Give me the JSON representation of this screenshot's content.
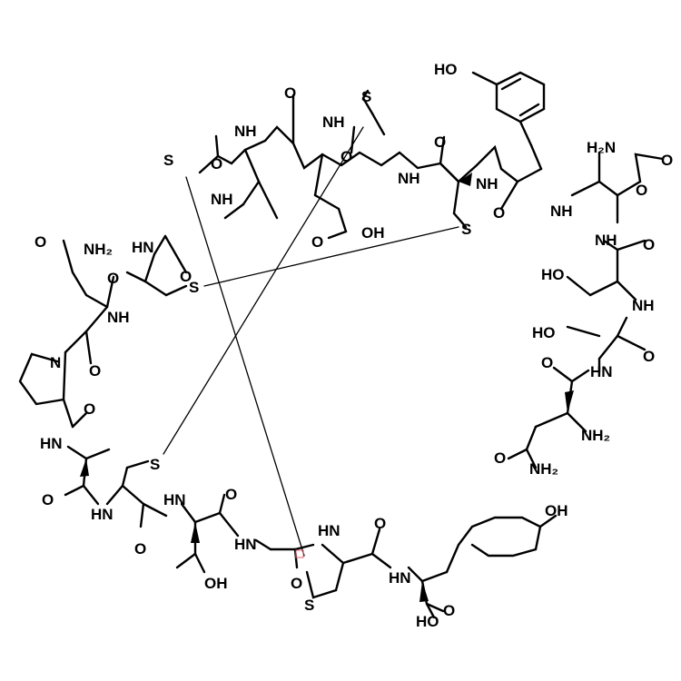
{
  "labels": {
    "ho_tyr_top": "HO",
    "s_top_right": "S",
    "nh_top_a": "NH",
    "nh_top_b": "NH",
    "o_top_a": "O",
    "o_top_b": "O",
    "h2n_asn_right": "H₂N",
    "o_asn_right": "O",
    "s_top_left": "S",
    "nh_left_a": "NH",
    "o_left_a": "O",
    "nh_leu": "NH",
    "o_cooh_glu": "O",
    "oh_cooh_glu": "OH",
    "s_mid": "S",
    "nh2_asn_left": "NH₂",
    "o_asn_left": "O",
    "hn_mid_left": "HN",
    "o_mid_left": "O",
    "s_left_mid": "S",
    "n_pro": "N",
    "o_pro": "O",
    "o_ala": "O",
    "hn_ala": "HN",
    "s_low_left": "S",
    "o_cys_low": "O",
    "hn_cys_low": "HN",
    "hn_thr": "HN",
    "o_thr": "O",
    "oh_thr": "OH",
    "o_gly": "O",
    "hn_gly": "HN",
    "hn_bottom": "HN",
    "s_bottom": "S",
    "o_bottom": "O",
    "hn_tyr": "HN",
    "o_cooh": "O",
    "ho_cooh": "HO",
    "oh_tyr_bottom": "OH",
    "oh_ser_upper": "HO",
    "oh_ser_lower": "HO",
    "hn_ser": "HN",
    "o_ser_a": "O",
    "o_ser_b": "O",
    "nh_asn_a": "NH",
    "nh_asn_b": "NH",
    "o_asn_n": "O",
    "nh2_asn_n": "NH₂",
    "nh2_term": "NH₂",
    "hn_nterm": "HN",
    "o_n_a": "O",
    "nh_r": "NH",
    "o_r": "O",
    "nh_tyr_top": "NH",
    "o_tyr_top": "O"
  }
}
